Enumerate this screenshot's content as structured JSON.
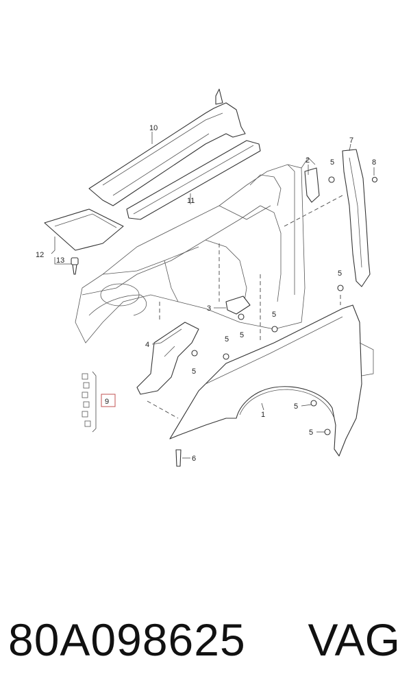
{
  "diagram": {
    "callouts": {
      "c1": "1",
      "c2": "2",
      "c3": "3",
      "c4": "4",
      "c5a": "5",
      "c5b": "5",
      "c5c": "5",
      "c5d": "5",
      "c5e": "5",
      "c5f": "5",
      "c5g": "5",
      "c5h": "5",
      "c6": "6",
      "c7": "7",
      "c8": "8",
      "c9": "9",
      "c10": "10",
      "c11": "11",
      "c12": "12",
      "c13": "13"
    }
  },
  "caption": {
    "part_number": "80A098625",
    "brand": "VAG"
  }
}
